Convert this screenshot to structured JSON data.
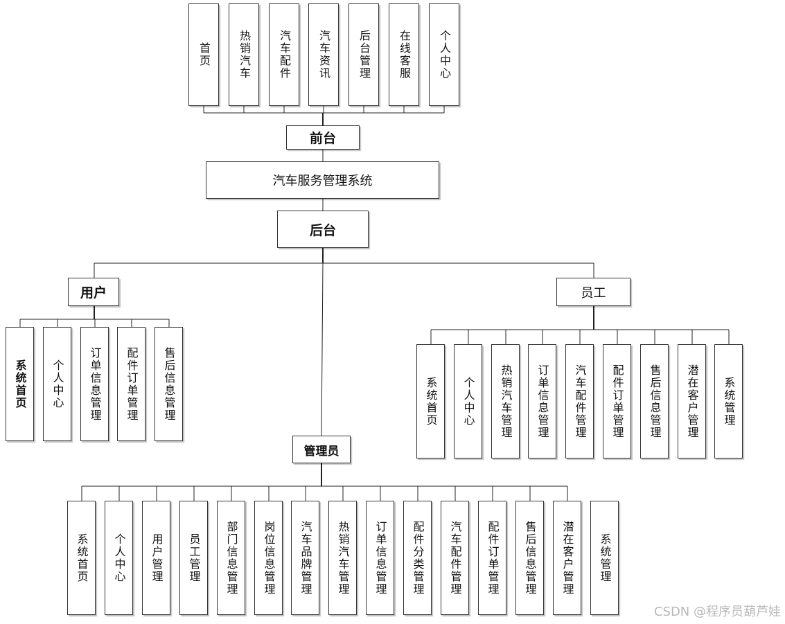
{
  "nodes": {
    "root": "汽车服务管理系统",
    "front": "前台",
    "back": "后台",
    "user": "用户",
    "staff": "员工",
    "admin": "管理员"
  },
  "front_items": [
    "首页",
    "热销汽车",
    "汽车配件",
    "汽车资讯",
    "后台管理",
    "在线客服",
    "个人中心"
  ],
  "user_items": [
    "系统首页",
    "个人中心",
    "订单信息管理",
    "配件订单管理",
    "售后信息管理"
  ],
  "staff_items": [
    "系统首页",
    "个人中心",
    "热销汽车管理",
    "订单信息管理",
    "汽车配件管理",
    "配件订单管理",
    "售后信息管理",
    "潜在客户管理",
    "系统管理"
  ],
  "admin_items": [
    "系统首页",
    "个人中心",
    "用户管理",
    "员工管理",
    "部门信息管理",
    "岗位信息管理",
    "汽车品牌管理",
    "热销汽车管理",
    "订单信息管理",
    "配件分类管理",
    "汽车配件管理",
    "配件订单管理",
    "售后信息管理",
    "潜在客户管理",
    "系统管理"
  ],
  "watermark": "CSDN @程序员葫芦娃"
}
